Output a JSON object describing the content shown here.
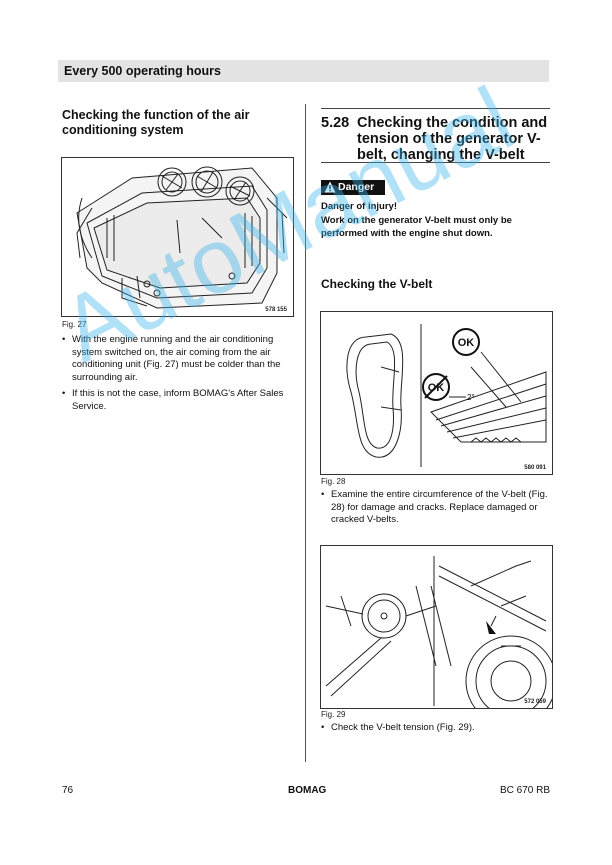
{
  "header": {
    "title": "Every 500 operating hours"
  },
  "left": {
    "heading": "Checking the function of the air conditioning system",
    "figure": {
      "code": "578 155",
      "caption": "Fig. 27"
    },
    "bullets": [
      "With the engine running and the air conditioning system switched on, the air coming from the air conditioning unit (Fig. 27) must be colder than the surrounding air.",
      "If this is not the case, inform BOMAG's After Sales Service."
    ]
  },
  "right": {
    "section_number": "5.28",
    "section_title": "Checking the condition and tension of the generator V-belt, changing the V-belt",
    "danger": {
      "label": "Danger",
      "line1": "Danger of injury!",
      "line2": "Work on the generator V-belt must only be performed with the engine shut down."
    },
    "subheading": "Checking the V-belt",
    "figure28": {
      "code": "580 091",
      "caption": "Fig. 28",
      "ok_label": "OK",
      "angle_label": "2°"
    },
    "bullet28": "Examine the entire circumference of the V-belt (Fig. 28) for damage and cracks. Replace damaged or cracked V-belts.",
    "figure29": {
      "code": "572 059",
      "caption": "Fig. 29"
    },
    "bullet29": "Check the V-belt tension (Fig. 29)."
  },
  "footer": {
    "page": "76",
    "brand": "BOMAG",
    "model": "BC 670 RB"
  },
  "watermark": "AutoManual",
  "icons": [
    "warning-triangle-icon",
    "ok-circle-icon",
    "not-ok-circle-icon"
  ]
}
